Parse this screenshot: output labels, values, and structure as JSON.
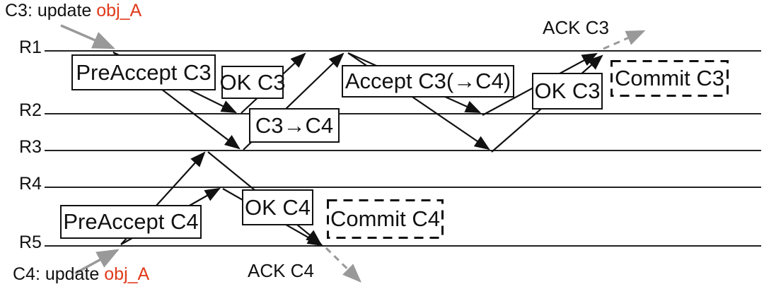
{
  "colors": {
    "object_red": "#e03a1b",
    "arrow_gray": "#999999",
    "line_black": "#111111"
  },
  "commands": {
    "c3": {
      "prefix": "C3: update ",
      "object": "obj_A"
    },
    "c4": {
      "prefix": "C4: update ",
      "object": "obj_A"
    }
  },
  "acks": {
    "c3": "ACK C3",
    "c4": "ACK C4"
  },
  "replicas": [
    {
      "label": "R1"
    },
    {
      "label": "R2"
    },
    {
      "label": "R3"
    },
    {
      "label": "R4"
    },
    {
      "label": "R5"
    }
  ],
  "messages": {
    "preaccept_c3": "PreAccept C3",
    "ok_c3_first": "OK C3",
    "c3_after_c4": "C3→C4",
    "accept_c3": "Accept C3(→C4)",
    "ok_c3_second": "OK C3",
    "commit_c3": "Commit C3",
    "preaccept_c4": "PreAccept C4",
    "ok_c4": "OK C4",
    "commit_c4": "Commit C4"
  }
}
